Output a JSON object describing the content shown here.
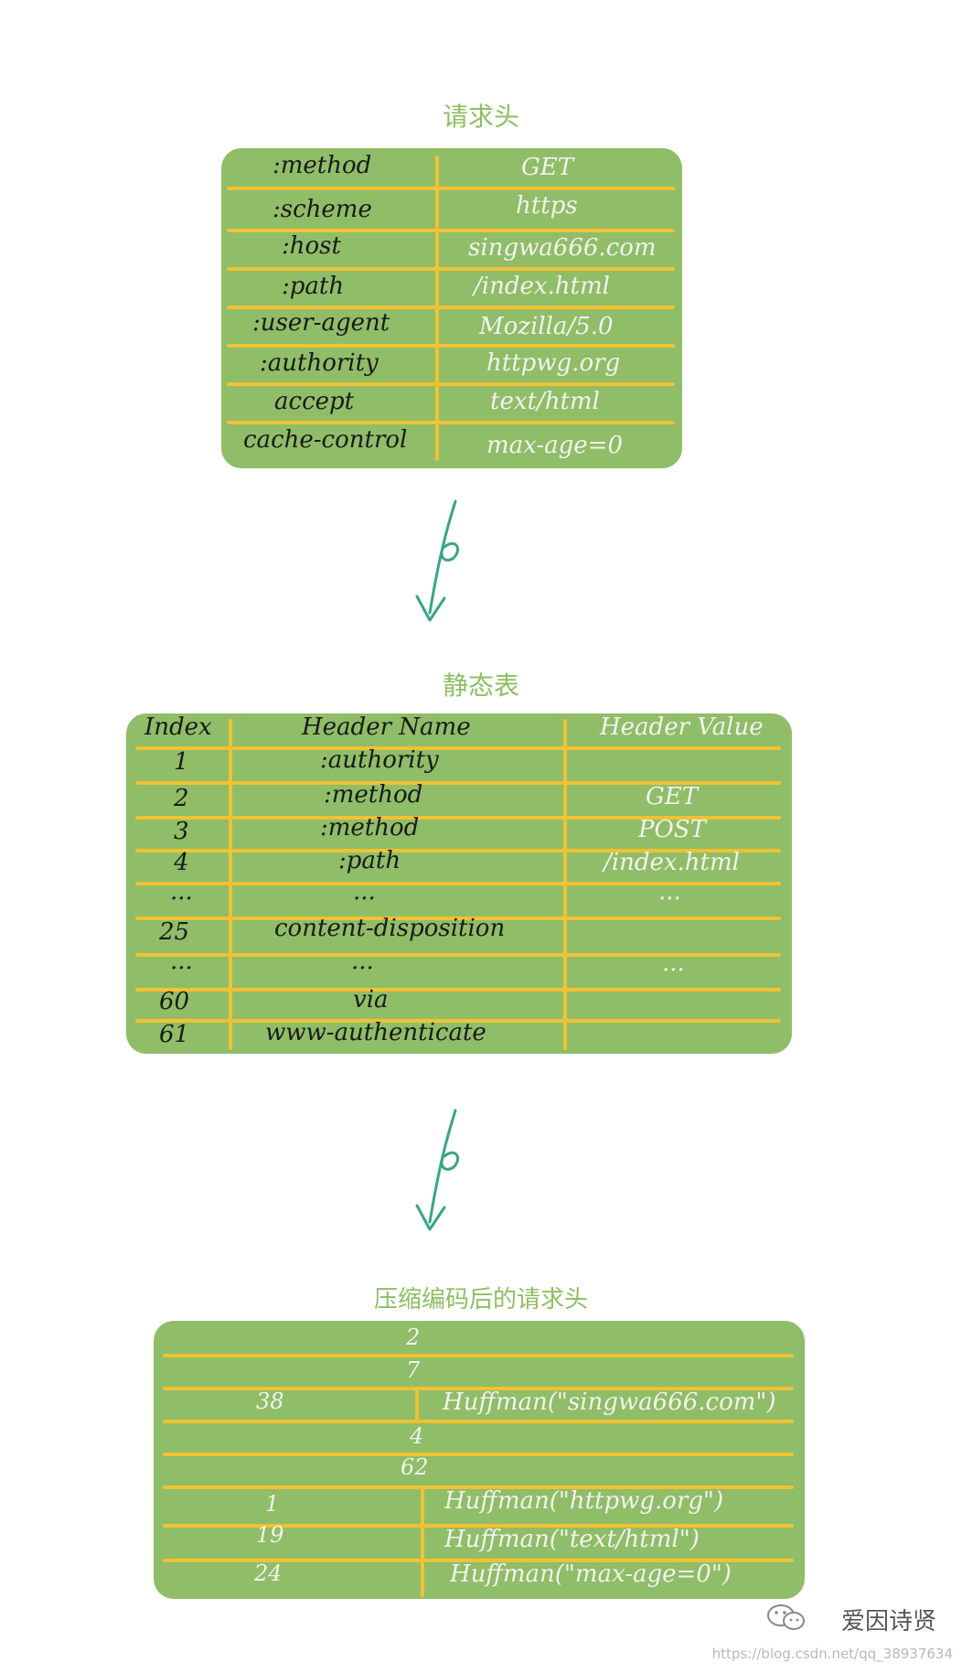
{
  "request_headers": {
    "title": "请求头",
    "rows": [
      {
        "name": ":method",
        "value": "GET"
      },
      {
        "name": ":scheme",
        "value": "https"
      },
      {
        "name": ":host",
        "value": "singwa666.com"
      },
      {
        "name": ":path",
        "value": "/index.html"
      },
      {
        "name": ":user-agent",
        "value": "Mozilla/5.0"
      },
      {
        "name": ":authority",
        "value": "httpwg.org"
      },
      {
        "name": "accept",
        "value": "text/html"
      },
      {
        "name": "cache-control",
        "value": "max-age=0"
      }
    ]
  },
  "static_table": {
    "title": "静态表",
    "headers": {
      "index": "Index",
      "name": "Header Name",
      "value": "Header Value"
    },
    "rows": [
      {
        "index": "1",
        "name": ":authority",
        "value": ""
      },
      {
        "index": "2",
        "name": ":method",
        "value": "GET"
      },
      {
        "index": "3",
        "name": ":method",
        "value": "POST"
      },
      {
        "index": "4",
        "name": ":path",
        "value": "/index.html"
      },
      {
        "index": "...",
        "name": "...",
        "value": "..."
      },
      {
        "index": "25",
        "name": "content-disposition",
        "value": ""
      },
      {
        "index": "...",
        "name": "...",
        "value": "..."
      },
      {
        "index": "60",
        "name": "via",
        "value": ""
      },
      {
        "index": "61",
        "name": "www-authenticate",
        "value": ""
      }
    ]
  },
  "compressed": {
    "title": "压缩编码后的请求头",
    "rows": [
      {
        "index": "2",
        "value": ""
      },
      {
        "index": "7",
        "value": ""
      },
      {
        "index": "38",
        "value": "Huffman(\"singwa666.com\")"
      },
      {
        "index": "4",
        "value": ""
      },
      {
        "index": "62",
        "value": ""
      },
      {
        "index": "1",
        "value": "Huffman(\"httpwg.org\")"
      },
      {
        "index": "19",
        "value": "Huffman(\"text/html\")"
      },
      {
        "index": "24",
        "value": "Huffman(\"max-age=0\")"
      }
    ]
  },
  "watermark": {
    "label": "爱因诗贤",
    "url": "https://blog.csdn.net/qq_38937634"
  },
  "colors": {
    "panel": "#8fbd68",
    "divider": "#f2c232",
    "title": "#8dbf62",
    "arrow": "#3aa586"
  }
}
